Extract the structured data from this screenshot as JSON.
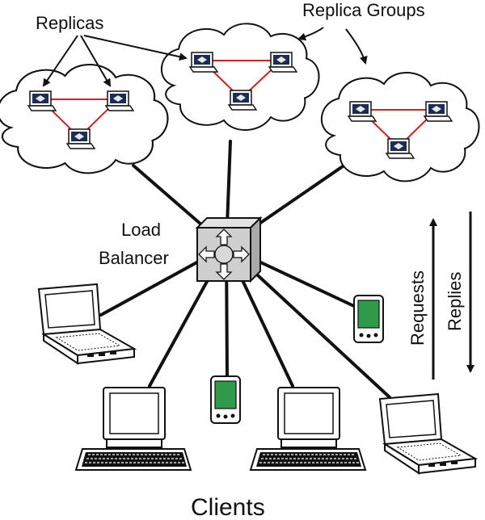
{
  "labels": {
    "replicas": "Replicas",
    "replica_groups": "Replica Groups",
    "load_balancer_line1": "Load",
    "load_balancer_line2": "Balancer",
    "requests": "Requests",
    "replies": "Replies",
    "clients": "Clients"
  },
  "colors": {
    "replica_link": "#d42020",
    "pda_screen": "#2e9a4a",
    "line": "#111111",
    "hub_face": "#cfcfcf"
  },
  "icons": {
    "replica": "server-node-icon",
    "load_balancer": "router-hub-icon",
    "laptop": "laptop-icon",
    "desktop": "desktop-computer-icon",
    "pda": "pda-icon"
  }
}
